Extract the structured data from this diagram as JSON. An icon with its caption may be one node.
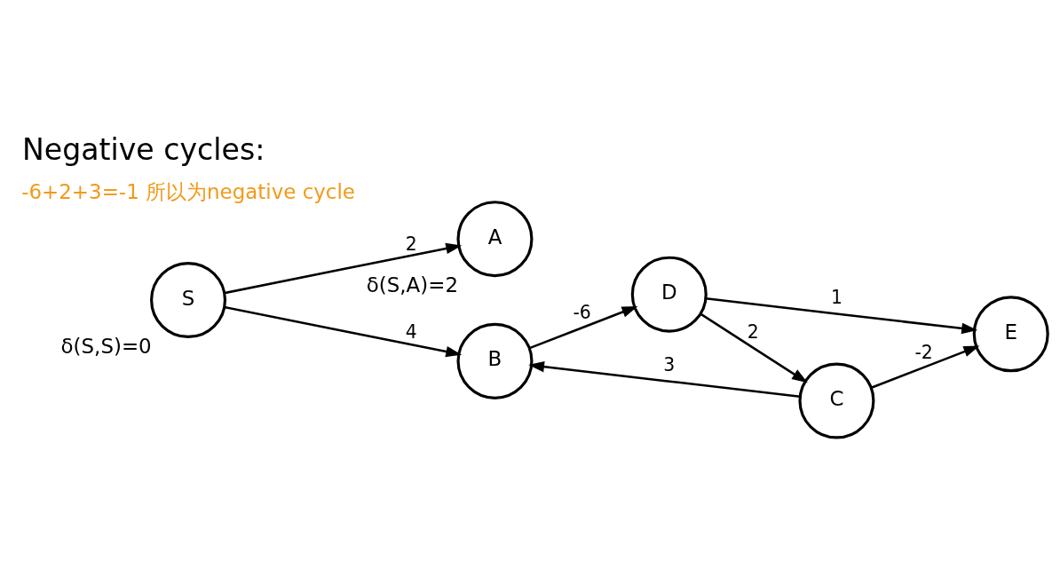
{
  "diagram": {
    "title": "Negative cycles:",
    "nodes": [
      {
        "text": [
          "S"
        ],
        "beside": [
          "δ(S,S)=0"
        ]
      },
      {
        "text": [
          "A"
        ],
        "beside": [
          "δ(S,A)=2"
        ]
      },
      {
        "text": [
          "B"
        ]
      },
      {
        "text": [
          "C"
        ]
      },
      {
        "text": [
          "D"
        ]
      },
      {
        "text": [
          "E"
        ]
      }
    ],
    "edges": [
      {
        "from": 0,
        "to": 2,
        "arrow": "to",
        "label": "4"
      },
      {
        "from": 0,
        "to": 1,
        "arrow": "to",
        "label": "2"
      },
      {
        "from": 2,
        "to": 4,
        "arrow": "to",
        "label": "-6"
      },
      {
        "from": 4,
        "to": 3,
        "arrow": "to",
        "label": "2"
      },
      {
        "from": 3,
        "to": 2,
        "arrow": "to",
        "label": "3"
      },
      {
        "from": 3,
        "to": 5,
        "arrow": "to",
        "label": "-2"
      },
      {
        "from": 4,
        "to": 5,
        "arrow": "to",
        "label": "1"
      }
    ],
    "labels": [
      "-6+2+3=-1 所以为negative cycle"
    ]
  }
}
